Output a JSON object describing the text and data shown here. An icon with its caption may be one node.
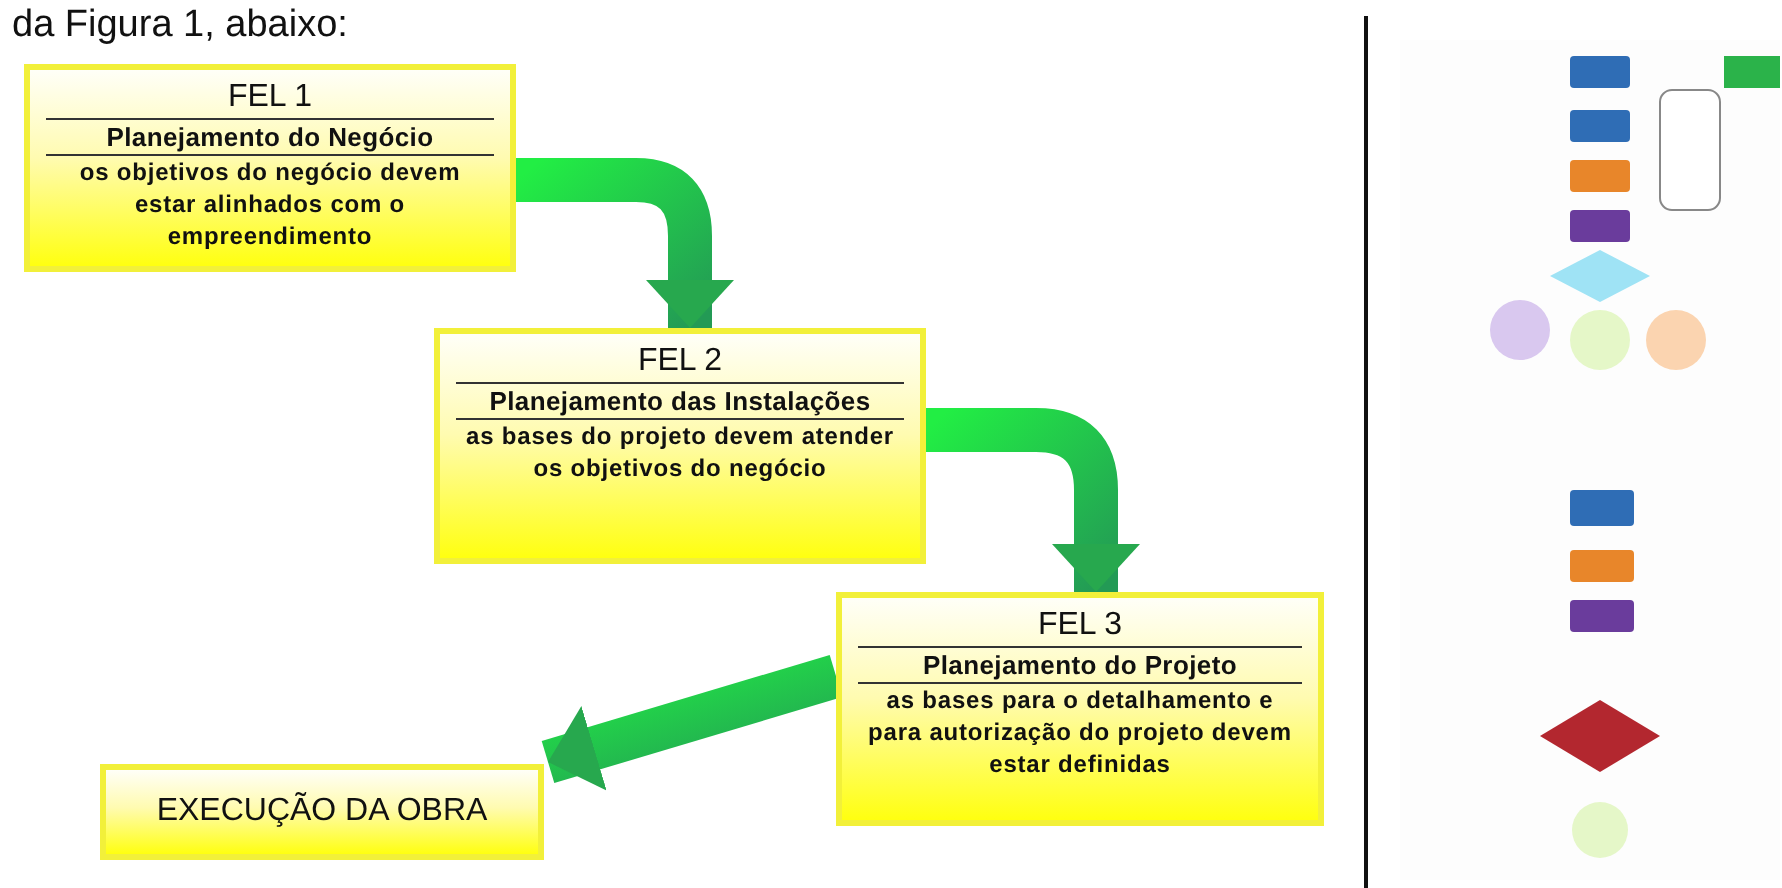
{
  "diagram": {
    "nodes": [
      {
        "text": [
          "FEL 1",
          "Planejamento do Negócio",
          "os objetivos do negócio devem estar alinhados com o empreendimento"
        ]
      },
      {
        "text": [
          "FEL 2",
          "Planejamento das Instalações",
          "as bases do projeto devem atender os objetivos do negócio"
        ]
      },
      {
        "text": [
          "FEL 3",
          "Planejamento do Projeto",
          "as bases para o detalhamento e para autorização do projeto devem estar definidas"
        ]
      },
      {
        "text": [
          "EXECUÇÃO DA OBRA"
        ]
      }
    ],
    "edges": [
      {
        "from": 0,
        "to": 1,
        "arrow": "to",
        "style": "thick"
      },
      {
        "from": 1,
        "to": 2,
        "arrow": "to",
        "style": "thick"
      },
      {
        "from": 2,
        "to": 3,
        "arrow": "to",
        "style": "thick"
      }
    ],
    "labels": [
      "da Figura 1, abaixo:"
    ]
  }
}
